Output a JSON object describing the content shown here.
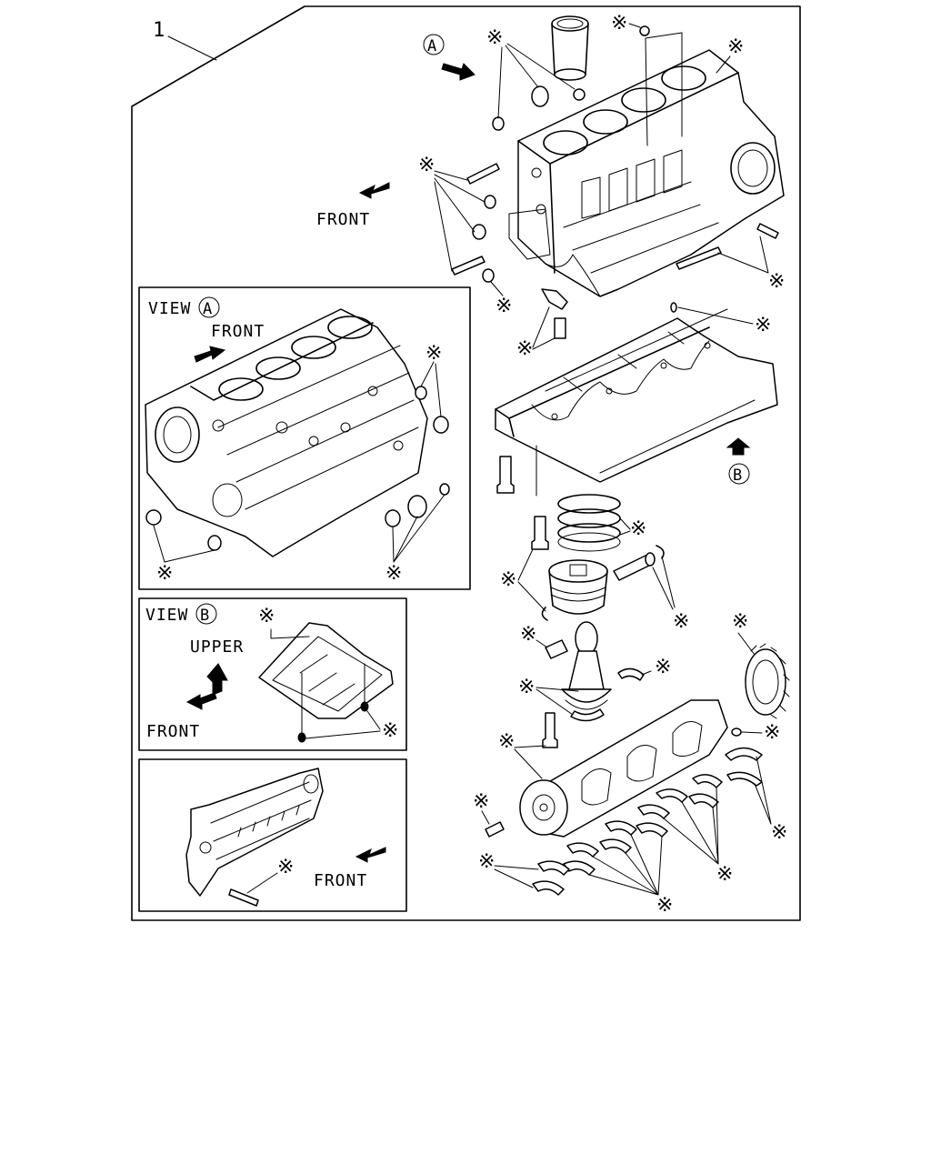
{
  "diagram": {
    "item_number": "1",
    "view_a_marker": "A",
    "view_b_marker": "B",
    "main_front_label": "FRONT",
    "asterisk": "※",
    "view_a": {
      "title": "VIEW",
      "marker": "A",
      "front_label": "FRONT"
    },
    "view_b": {
      "title": "VIEW",
      "marker": "B",
      "upper_label": "UPPER",
      "front_label": "FRONT"
    },
    "bottom_panel": {
      "front_label": "FRONT"
    }
  }
}
